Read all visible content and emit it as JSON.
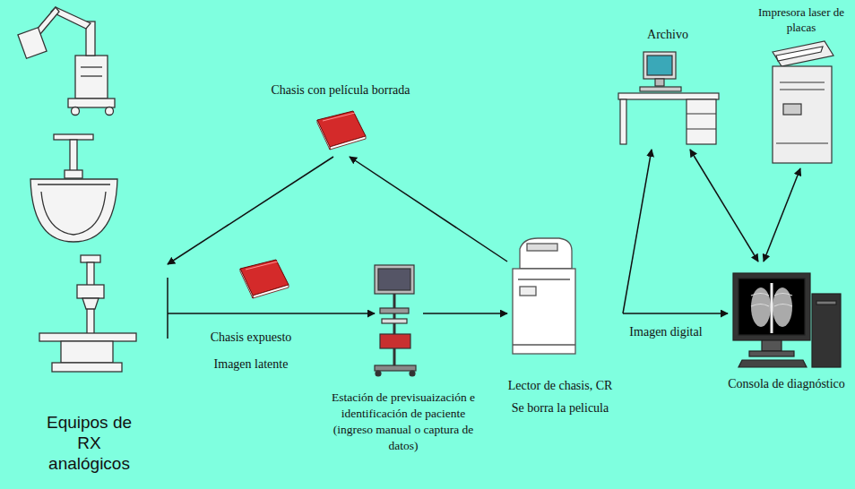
{
  "diagram": {
    "nodes": [
      {
        "text": [
          "Equipos de RX analógicos"
        ]
      },
      {
        "text": [
          "Chasis con película borrada"
        ]
      },
      {
        "text": [
          "Estación de previsuaización e identificación de paciente (ingreso manual o captura de datos)"
        ]
      },
      {
        "text": [
          "Lector de chasis, CR",
          "Se borra la pelicula"
        ]
      },
      {
        "text": [
          "Archivo"
        ]
      },
      {
        "text": [
          "Impresora laser de placas"
        ]
      },
      {
        "text": [
          "Consola de diagnóstico"
        ]
      }
    ],
    "edges": [
      {
        "from": 0,
        "to": 2,
        "arrow": "to",
        "label": "Chasis expuesto Imagen latente"
      },
      {
        "from": 2,
        "to": 3,
        "arrow": "to"
      },
      {
        "from": 3,
        "to": 1,
        "arrow": "to"
      },
      {
        "from": 1,
        "to": 0,
        "arrow": "to"
      },
      {
        "from": 3,
        "to": 6,
        "arrow": "to",
        "label": "Imagen digital"
      },
      {
        "from": 3,
        "to": 4,
        "arrow": "to"
      },
      {
        "from": 4,
        "to": 6,
        "arrow": "both"
      },
      {
        "from": 5,
        "to": 6,
        "arrow": "both"
      }
    ]
  }
}
